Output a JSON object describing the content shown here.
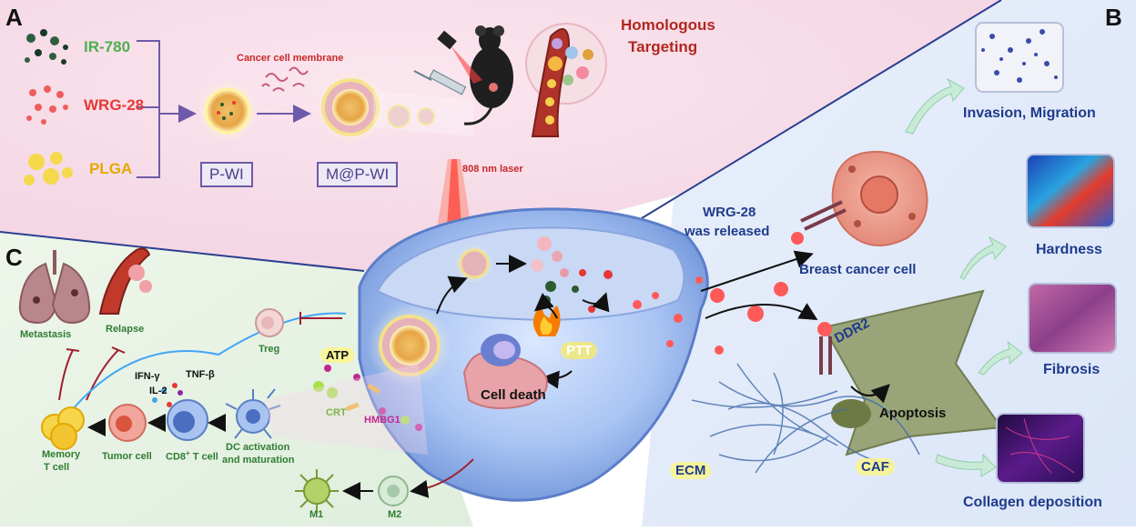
{
  "panels": {
    "a": "A",
    "b": "B",
    "c": "C"
  },
  "panel_a": {
    "ingredients": [
      {
        "label": "IR-780",
        "color": "#4caf50"
      },
      {
        "label": "WRG-28",
        "color": "#e53935"
      },
      {
        "label": "PLGA",
        "color": "#e6a800"
      }
    ],
    "cancer_cell_membrane": "Cancer cell membrane",
    "p_wi": "P-WI",
    "m_p_wi": "M@P-WI",
    "homologous_targeting_1": "Homologous",
    "homologous_targeting_2": "Targeting",
    "laser": "808 nm laser"
  },
  "center": {
    "ptt": "PTT",
    "cell_death": "Cell death",
    "atp": "ATP",
    "crt": "CRT",
    "hmgb1": "HMBG1"
  },
  "panel_b": {
    "wrg_released_1": "WRG-28",
    "wrg_released_2": "was released",
    "breast_cancer_cell": "Breast cancer cell",
    "ddr2": "DDR2",
    "apoptosis": "Apoptosis",
    "ecm": "ECM",
    "caf": "CAF",
    "invasion": "Invasion, Migration",
    "hardness": "Hardness",
    "fibrosis": "Fibrosis",
    "collagen": "Collagen deposition"
  },
  "panel_c": {
    "metastasis": "Metastasis",
    "relapse": "Relapse",
    "treg": "Treg",
    "ifn": "IFN-γ",
    "tnf": "TNF-β",
    "il2": "IL-2",
    "memory_1": "Memory",
    "memory_2": "T cell",
    "tumor_cell": "Tumor cell",
    "cd8_cell": "CD8",
    "cd8_sup": "+",
    "cd8_suffix": " T cell",
    "dc_1": "DC activation",
    "dc_2": "and maturation",
    "m1": "M1",
    "m2": "M2"
  }
}
